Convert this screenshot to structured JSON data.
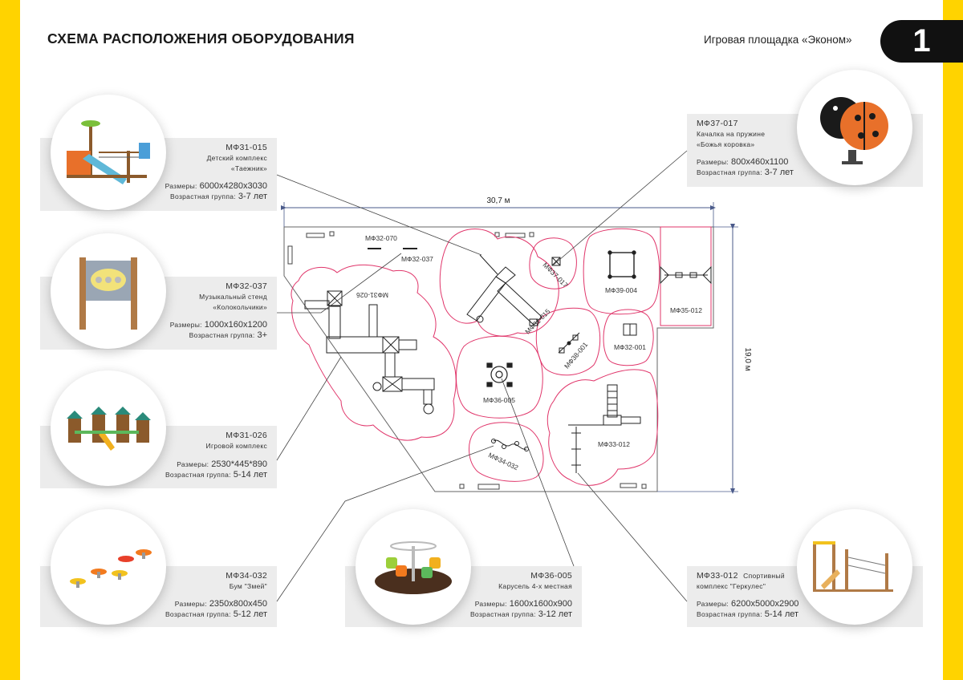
{
  "header": {
    "title": "СХЕМА РАСПОЛОЖЕНИЯ ОБОРУДОВАНИЯ",
    "subtitle": "Игровая площадка «Эконом»",
    "page_number": "1"
  },
  "colors": {
    "accent_yellow": "#FFD300",
    "zone_outline": "#E0356A",
    "dimension_line": "#4a5a8a",
    "card_bg": "#ececec"
  },
  "dimensions": {
    "width": "30,7 м",
    "height": "19,0 м"
  },
  "plan_labels": {
    "m32_070": "МФ32-070",
    "m32_037": "МФ32-037",
    "m31_026": "МФ31-026",
    "m37_017": "МФ37-017",
    "m31_015": "МФ31-015",
    "m39_004": "МФ39-004",
    "m35_012": "МФ35-012",
    "m38_001": "МФ38-001",
    "m32_001": "МФ32-001",
    "m36_005": "МФ36-005",
    "m34_032": "МФ34-032",
    "m33_012": "МФ33-012"
  },
  "cards": {
    "c1": {
      "code": "МФ31-015",
      "line1": "Детский комплекс",
      "line2": "«Таежник»",
      "size_label": "Размеры:",
      "size": "6000х4280х3030",
      "age_label": "Возрастная группа:",
      "age": "3-7 лет"
    },
    "c2": {
      "code": "МФ32-037",
      "line1": "Музыкальный стенд",
      "line2": "«Колокольчики»",
      "size_label": "Размеры:",
      "size": "1000х160х1200",
      "age_label": "Возрастная группа:",
      "age": "3+"
    },
    "c3": {
      "code": "МФ31-026",
      "line1": "Игровой комплекс",
      "size_label": "Размеры:",
      "size": "2530*445*890",
      "age_label": "Возрастная группа:",
      "age": "5-14 лет"
    },
    "c4": {
      "code": "МФ34-032",
      "line1": "Бум \"Змей\"",
      "size_label": "Размеры:",
      "size": "2350х800х450",
      "age_label": "Возрастная группа:",
      "age": "5-12 лет"
    },
    "c5": {
      "code": "МФ36-005",
      "line1": "Карусель 4-х местная",
      "size_label": "Размеры:",
      "size": "1600х1600х900",
      "age_label": "Возрастная группа:",
      "age": "3-12 лет"
    },
    "c6": {
      "code": "МФ33-012",
      "code_suffix": "Спортивный",
      "line1": "комплекс \"Геркулес\"",
      "size_label": "Размеры:",
      "size": "6200х5000х2900",
      "age_label": "Возрастная группа:",
      "age": "5-14 лет"
    },
    "c7": {
      "code": "МФ37-017",
      "line1": "Качалка на пружине",
      "line2": "«Божья коровка»",
      "size_label": "Размеры:",
      "size": "800х460х1100",
      "age_label": "Возрастная группа:",
      "age": "3-7 лет"
    }
  },
  "photos": {
    "p1": "playground-complex-taezhnik-photo",
    "p2": "music-stand-bells-photo",
    "p3": "play-complex-photo",
    "p4": "snake-balance-beam-photo",
    "p5": "carousel-4-seat-photo",
    "p6": "sport-complex-gerkules-photo",
    "p7": "ladybug-spring-rocker-photo"
  }
}
